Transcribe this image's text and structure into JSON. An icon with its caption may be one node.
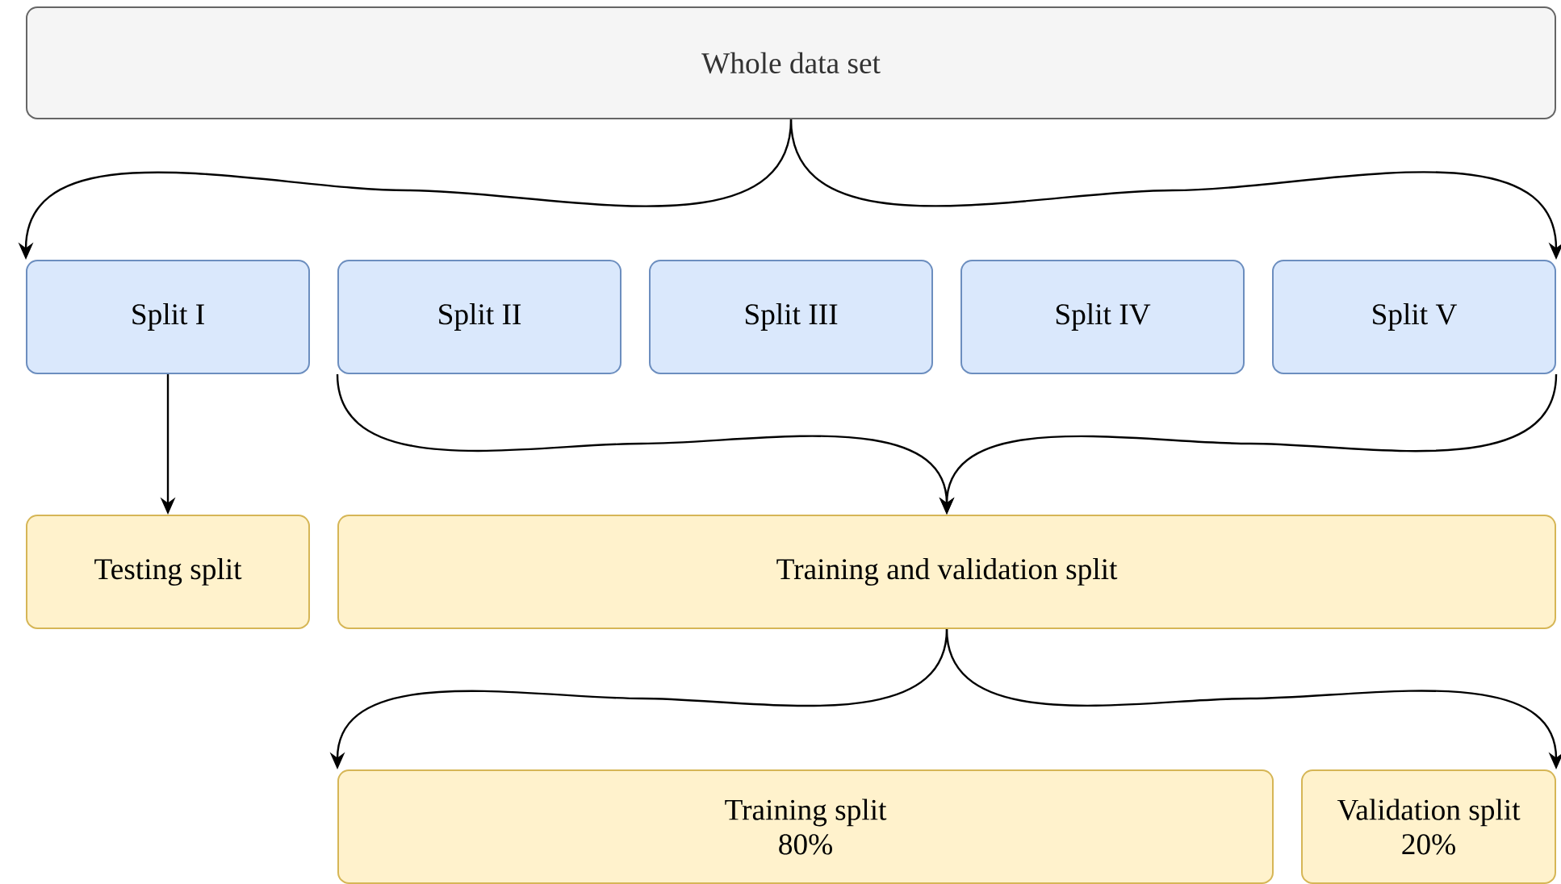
{
  "diagram": {
    "nodes": [
      {
        "text": [
          "Whole data set"
        ]
      },
      {
        "text": [
          "Split I"
        ]
      },
      {
        "text": [
          "Split II"
        ]
      },
      {
        "text": [
          "Split III"
        ]
      },
      {
        "text": [
          "Split IV"
        ]
      },
      {
        "text": [
          "Split V"
        ]
      },
      {
        "text": [
          "Testing split"
        ]
      },
      {
        "text": [
          "Training and validation split"
        ]
      },
      {
        "text": [
          "Training split",
          "80%"
        ]
      },
      {
        "text": [
          "Validation split",
          "20%"
        ]
      }
    ],
    "edges": [
      {
        "from": 0,
        "to": 1,
        "arrow": "to"
      },
      {
        "from": 0,
        "to": 5,
        "arrow": "to"
      },
      {
        "from": 1,
        "to": 6,
        "arrow": "to"
      },
      {
        "from": 2,
        "to": 7,
        "arrow": "to"
      },
      {
        "from": 5,
        "to": 7,
        "arrow": "to"
      },
      {
        "from": 7,
        "to": 8,
        "arrow": "to"
      },
      {
        "from": 7,
        "to": 9,
        "arrow": "to"
      }
    ]
  }
}
